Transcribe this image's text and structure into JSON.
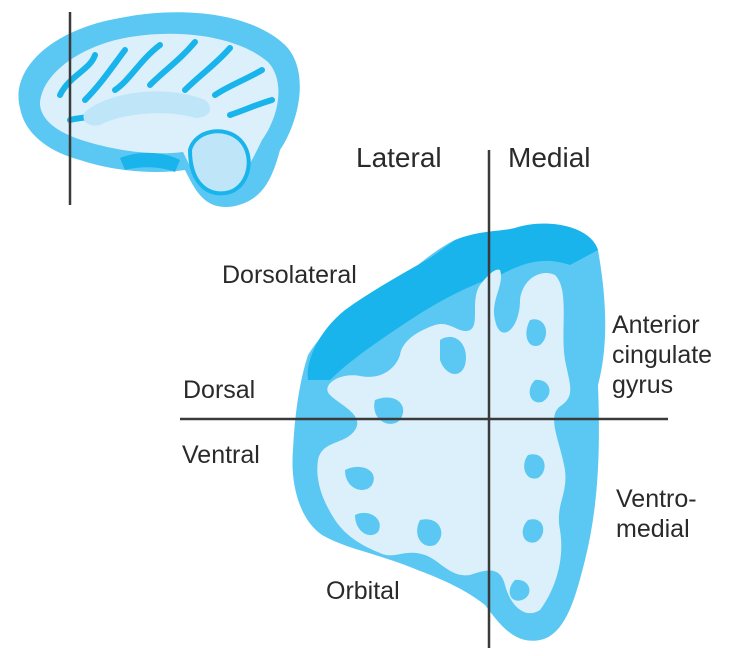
{
  "diagram": {
    "labels": {
      "lateral": "Lateral",
      "medial": "Medial",
      "dorsolateral": "Dorsolateral",
      "dorsal": "Dorsal",
      "ventral": "Ventral",
      "orbital": "Orbital",
      "anterior_cingulate": [
        "Anterior",
        "cingulate",
        "gyrus"
      ],
      "ventromedial": [
        "Ventro-",
        "medial"
      ]
    },
    "colors": {
      "cortex_dark": "#19b4ec",
      "cortex_mid": "#5ac8f2",
      "white_matter": "#dcf0fb",
      "axis_line": "#3a3a3a",
      "text": "#2a2a2a"
    }
  }
}
